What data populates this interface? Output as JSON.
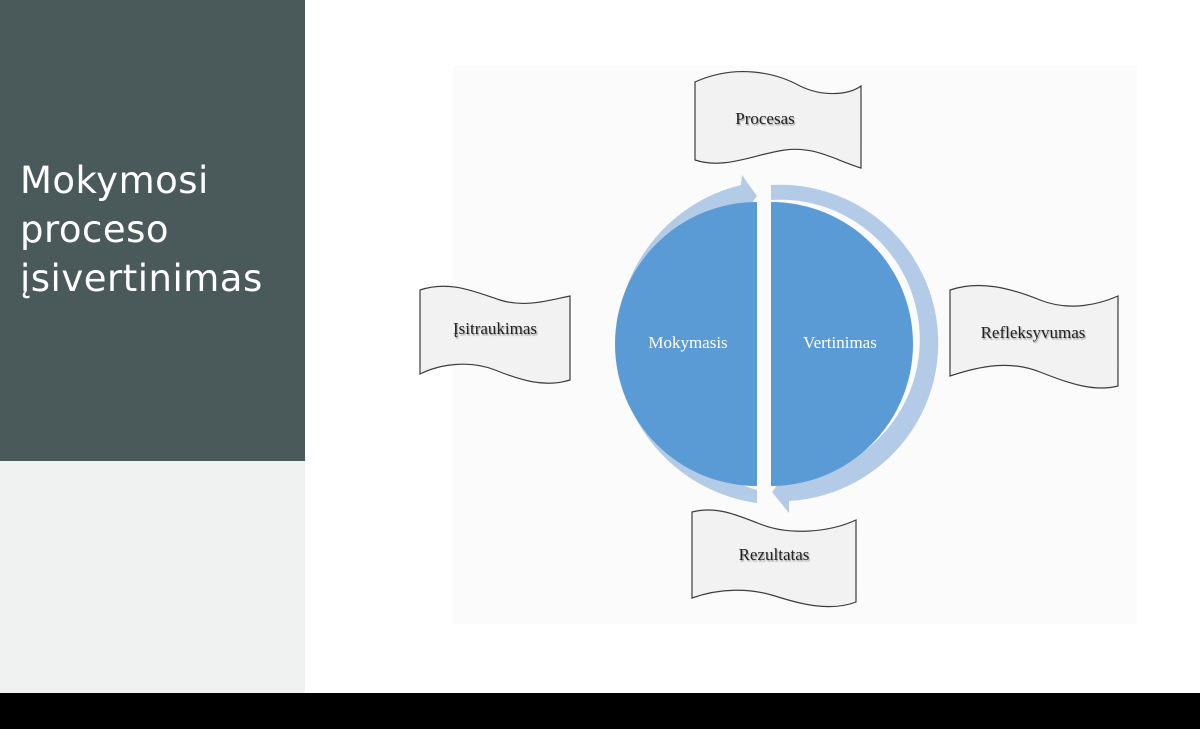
{
  "slide": {
    "title_lines": [
      "Mokymosi",
      "proceso",
      "įsivertinimas"
    ]
  },
  "diagram": {
    "center_left": "Mokymasis",
    "center_right": "Vertinimas",
    "banner_top": "Procesas",
    "banner_left": "Įsitraukimas",
    "banner_right": "Refleksyvumas",
    "banner_bottom": "Rezultatas"
  },
  "colors": {
    "panel_dark": "#4a5959",
    "panel_light": "#f0f2f1",
    "circle_fill": "#5b9bd5",
    "ring_fill": "#b4cbe8",
    "banner_fill": "#f2f2f2"
  }
}
